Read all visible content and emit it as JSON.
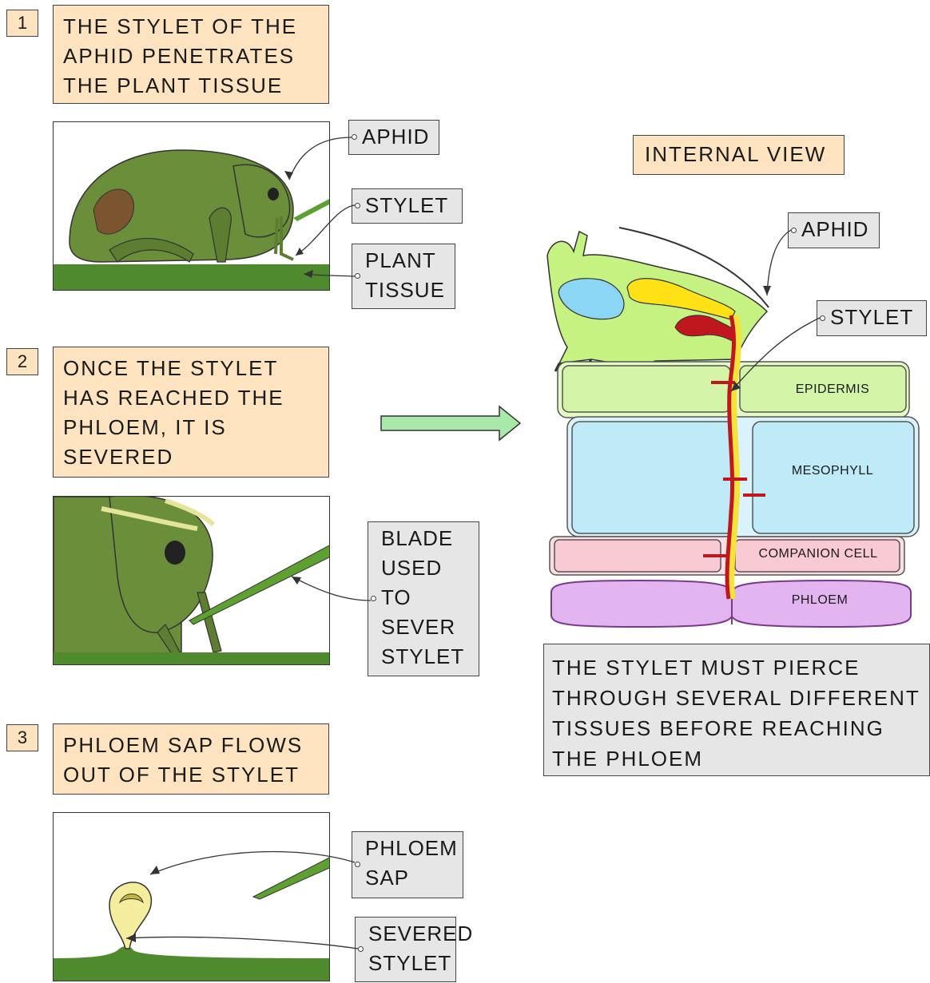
{
  "steps": [
    {
      "number": "1",
      "text": "THE STYLET OF THE\nAPHID PENETRATES\nTHE PLANT TISSUE"
    },
    {
      "number": "2",
      "text": "ONCE THE STYLET\nHAS REACHED THE\nPHLOEM, IT IS\nSEVERED"
    },
    {
      "number": "3",
      "text": "PHLOEM SAP FLOWS\nOUT OF THE STYLET"
    }
  ],
  "panel1_labels": {
    "aphid": "APHID",
    "stylet": "STYLET",
    "plant_tissue": "PLANT\nTISSUE"
  },
  "panel2_labels": {
    "blade": "BLADE\nUSED\nTO\nSEVER\nSTYLET"
  },
  "panel3_labels": {
    "phloem_sap": "PHLOEM\nSAP",
    "severed_stylet": "SEVERED\nSTYLET"
  },
  "internal_view": {
    "title": "INTERNAL VIEW",
    "aphid_label": "APHID",
    "stylet_label": "STYLET",
    "tissues": {
      "epidermis": "EPIDERMIS",
      "mesophyll": "MESOPHYLL",
      "companion_cell": "COMPANION CELL",
      "phloem": "PHLOEM"
    },
    "caption": "THE STYLET MUST PIERCE THROUGH SEVERAL DIFFERENT TISSUES BEFORE REACHING THE PHLOEM"
  },
  "colors": {
    "step_box": "#fde3c0",
    "label_tag": "#e6e6e6",
    "aphid_green": "#6b8e3a",
    "plant_green": "#4f8a2e",
    "epidermis": "#d4f5a8",
    "mesophyll": "#bfeaf8",
    "companion_cell": "#f9c9d4",
    "phloem": "#e3b5f0",
    "stylet_red": "#c0161e",
    "stylet_yellow": "#f5e33a",
    "arrow": "#a8e8a8"
  }
}
